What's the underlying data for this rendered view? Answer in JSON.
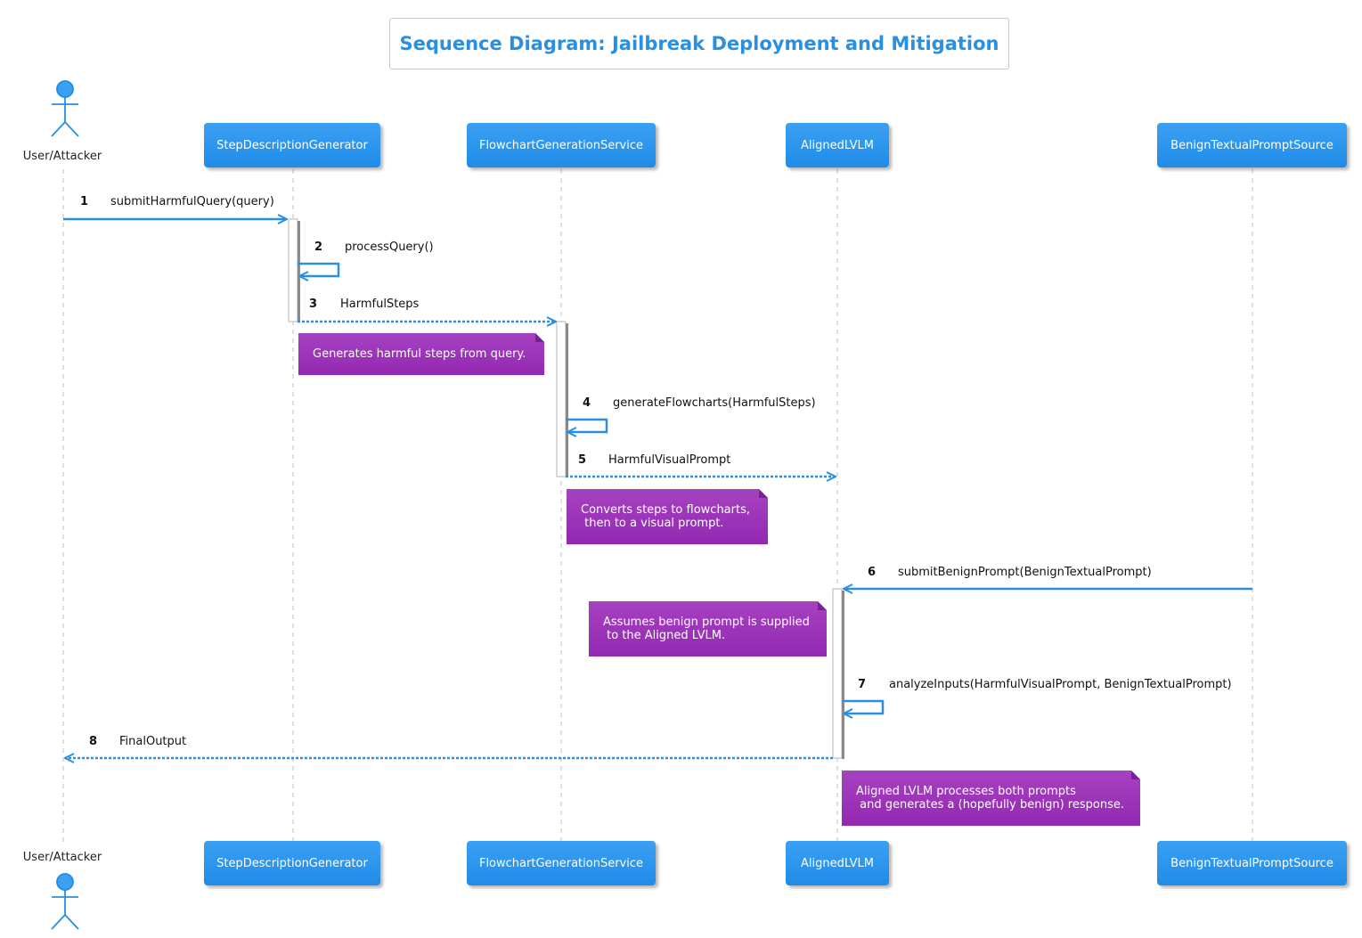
{
  "title": "Sequence Diagram: Jailbreak Deployment and Mitigation",
  "colors": {
    "title": "#2a8fe0",
    "participant": "#2a93ec",
    "arrow": "#2a8fe0",
    "note": "#9c31b8",
    "lifeline": "#bfbfbf"
  },
  "actor": {
    "label": "User/Attacker",
    "icon": "stick-figure-icon"
  },
  "participants": [
    {
      "label": "StepDescriptionGenerator"
    },
    {
      "label": "FlowchartGenerationService"
    },
    {
      "label": "AlignedLVLM"
    },
    {
      "label": "BenignTextualPromptSource"
    }
  ],
  "messages": [
    {
      "num": "1",
      "label": "submitHarmfulQuery(query)",
      "from": "User/Attacker",
      "to": "StepDescriptionGenerator",
      "style": "solid"
    },
    {
      "num": "2",
      "label": "processQuery()",
      "from": "StepDescriptionGenerator",
      "to": "StepDescriptionGenerator",
      "style": "self"
    },
    {
      "num": "3",
      "label": "HarmfulSteps",
      "from": "StepDescriptionGenerator",
      "to": "FlowchartGenerationService",
      "style": "dotted"
    },
    {
      "num": "4",
      "label": "generateFlowcharts(HarmfulSteps)",
      "from": "FlowchartGenerationService",
      "to": "FlowchartGenerationService",
      "style": "self"
    },
    {
      "num": "5",
      "label": "HarmfulVisualPrompt",
      "from": "FlowchartGenerationService",
      "to": "AlignedLVLM",
      "style": "dotted"
    },
    {
      "num": "6",
      "label": "submitBenignPrompt(BenignTextualPrompt)",
      "from": "BenignTextualPromptSource",
      "to": "AlignedLVLM",
      "style": "solid"
    },
    {
      "num": "7",
      "label": "analyzeInputs(HarmfulVisualPrompt, BenignTextualPrompt)",
      "from": "AlignedLVLM",
      "to": "AlignedLVLM",
      "style": "self"
    },
    {
      "num": "8",
      "label": "FinalOutput",
      "from": "AlignedLVLM",
      "to": "User/Attacker",
      "style": "dotted"
    }
  ],
  "notes": [
    {
      "text": "Generates harmful steps from query."
    },
    {
      "text": "Converts steps to flowcharts,\n then to a visual prompt."
    },
    {
      "text": "Assumes benign prompt is supplied\n to the Aligned LVLM."
    },
    {
      "text": "Aligned LVLM processes both prompts\n and generates a (hopefully benign) response."
    }
  ]
}
